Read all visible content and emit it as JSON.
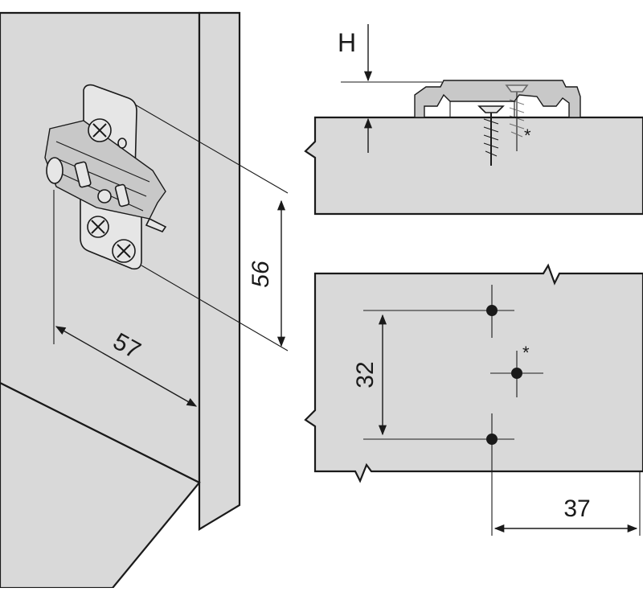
{
  "labels": {
    "height_symbol": "H",
    "dim_depth": "57",
    "dim_height": "56",
    "dim_hole_spacing": "32",
    "dim_edge_distance": "37",
    "asterisk_screw": "*",
    "asterisk_hole": "*"
  },
  "colors": {
    "background": "#ffffff",
    "panel_fill": "#d9d9d9",
    "line": "#1a1a1a"
  }
}
